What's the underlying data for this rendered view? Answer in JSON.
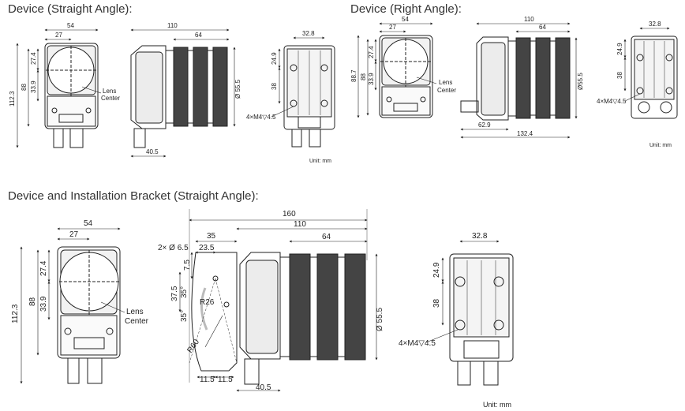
{
  "sections": {
    "straight": {
      "title": "Device (Straight Angle):"
    },
    "right": {
      "title": "Device (Right Angle):"
    },
    "bracket": {
      "title": "Device and Installation Bracket (Straight Angle):"
    }
  },
  "dims": {
    "d54": "54",
    "d27": "27",
    "d110": "110",
    "d64": "64",
    "d32_8": "32.8",
    "d112_3": "112.3",
    "d88": "88",
    "d27_4": "27.4",
    "d33_9": "33.9",
    "d24_9": "24.9",
    "d38": "38",
    "d55_5": "Ø 55.5",
    "d55_5b": "Ø55.5",
    "d40_5": "40.5",
    "d88_7": "88.7",
    "d62_9": "62.9",
    "d132_4": "132.4",
    "d160": "160",
    "d35": "35",
    "d23_5": "23.5",
    "d6_5": "2× Ø 6.5",
    "d7_5": "7.5",
    "d37_5": "37.5",
    "a35a": "35°",
    "a35b": "35°",
    "r26": "R26",
    "r60": "R60",
    "d11_5a": "11.5",
    "d11_5b": "11.5",
    "m4": "4×M4▽4.5"
  },
  "labels": {
    "lens": "Lens",
    "center": "Center",
    "unit": "Unit: mm"
  }
}
